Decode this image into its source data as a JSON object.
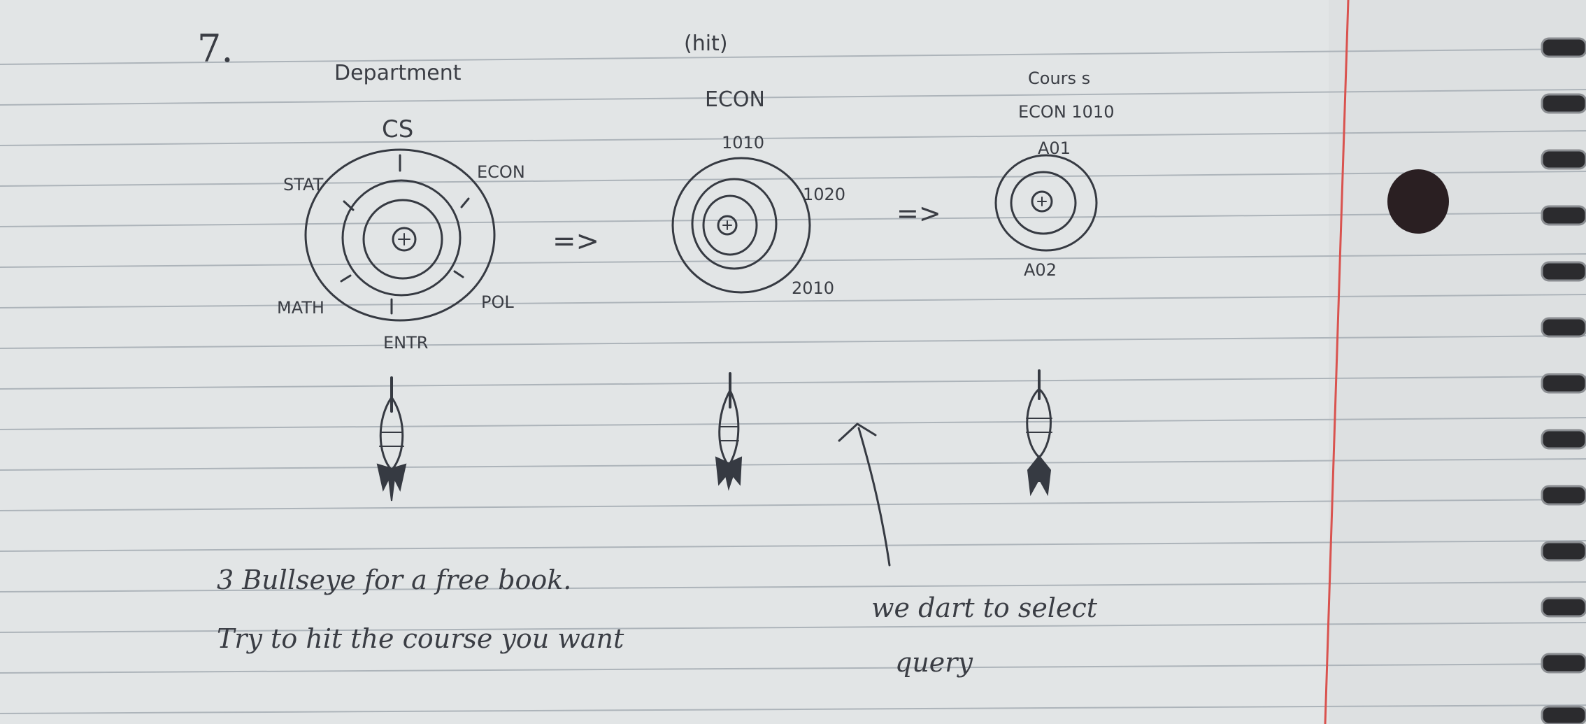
{
  "page": {
    "number": "7.",
    "colors": {
      "paper": "#e3e6e7",
      "rule": "#aeb5bb",
      "margin": "#d9534f",
      "ink": "#363a42",
      "hole": "#2a1f22"
    }
  },
  "department": {
    "heading": "Department",
    "center": "CS",
    "sectors": [
      "STAT",
      "ECON",
      "MATH",
      "POL",
      "ENTR"
    ]
  },
  "econ": {
    "annotation": "(hit)",
    "heading": "ECON",
    "rings": [
      "1010",
      "1020",
      "2010"
    ]
  },
  "courses": {
    "heading": "Cours s",
    "subheading": "ECON 1010",
    "sections": [
      "A01",
      "A02"
    ]
  },
  "arrows": [
    "=>",
    "=>"
  ],
  "notes": {
    "line1": "3 Bullseye for a free book.",
    "line2": "Try to hit the course you want",
    "dart_note": "we dart to select",
    "dart_note2": "query"
  }
}
